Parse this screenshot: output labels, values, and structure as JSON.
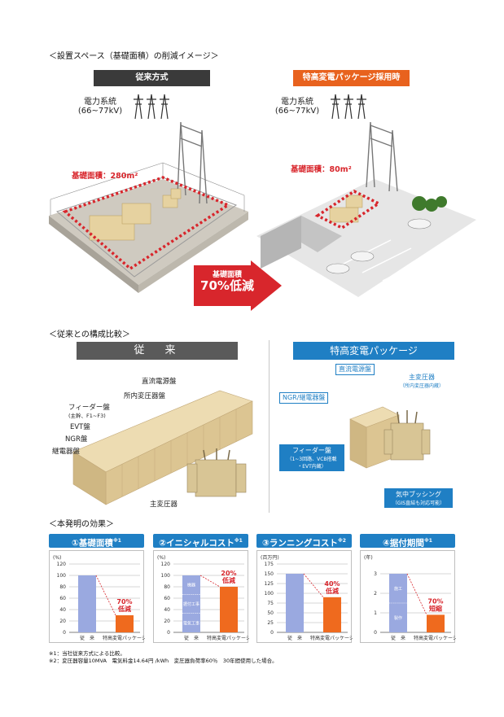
{
  "section1": {
    "heading": "＜設置スペース（基礎面積）の削減イメージ＞",
    "left_header": "従来方式",
    "right_header": "特高変電パッケージ採用時",
    "power_label_line1": "電力系統",
    "power_label_line2": "(66~77kV)",
    "left_area": "基礎面積：280m²",
    "right_area": "基礎面積：80m²",
    "arrow_line1": "基礎面積",
    "arrow_line2": "70%低減"
  },
  "section2": {
    "heading": "＜従来との構成比較＞",
    "left_header": "従　来",
    "right_header": "特高変電パッケージ",
    "left_labels": {
      "dc_panel": "直流電源盤",
      "aux_transformer": "所内変圧器盤",
      "feeder": "フィーダー盤",
      "feeder_sub": "(主幹、F1~F3)",
      "evt": "EVT盤",
      "ngr": "NGR盤",
      "relay": "継電器盤",
      "main_transformer": "主変圧器"
    },
    "right_labels": {
      "dc_panel": "直流電源盤",
      "main_transformer": "主変圧器",
      "main_transformer_sub": "（所内変圧器内蔵）",
      "ngr_relay": "NGR/継電器盤",
      "feeder": "フィーダー盤",
      "feeder_sub1": "（1~3回路、VCB搭載",
      "feeder_sub2": "・EVT内蔵）",
      "bushing": "気中ブッシング",
      "bushing_sub": "（GIS直結も対応可能）"
    }
  },
  "section3": {
    "heading": "＜本発明の効果＞",
    "cards": [
      {
        "title": "①基礎面積",
        "sup": "※1"
      },
      {
        "title": "②イニシャルコスト",
        "sup": "※1"
      },
      {
        "title": "③ランニングコスト",
        "sup": "※2"
      },
      {
        "title": "④据付期間",
        "sup": "※1"
      }
    ],
    "notes": [
      "※1：当社従来方式による比較。",
      "※2：変圧器容量10MVA　電気料金14.64円 /kWh　変圧器負荷率60％　30年間使用した場合。"
    ]
  },
  "chart_data": [
    {
      "type": "bar",
      "unit": "(%)",
      "categories": [
        "従　来",
        "特高変電パッケージ"
      ],
      "values": [
        100,
        30
      ],
      "ylim": [
        0,
        120
      ],
      "yticks": [
        0,
        20,
        40,
        60,
        80,
        100,
        120
      ],
      "annotation": [
        "70%",
        "低減"
      ],
      "colors": [
        "#9aa9e0",
        "#ef6a1e"
      ]
    },
    {
      "type": "bar",
      "unit": "(%)",
      "categories": [
        "従　来",
        "特高変電パッケージ"
      ],
      "values": [
        100,
        80
      ],
      "ylim": [
        0,
        120
      ],
      "yticks": [
        0,
        20,
        40,
        60,
        80,
        100,
        120
      ],
      "annotation": [
        "20%",
        "低減"
      ],
      "bar_inner_labels": [
        "機器",
        "据付工事",
        "電気工事"
      ],
      "colors": [
        "#9aa9e0",
        "#ef6a1e"
      ]
    },
    {
      "type": "bar",
      "unit": "(百万円)",
      "categories": [
        "従　来",
        "特高変電パッケージ"
      ],
      "values": [
        150,
        90
      ],
      "ylim": [
        0,
        175
      ],
      "yticks": [
        0,
        25,
        50,
        75,
        100,
        125,
        150,
        175
      ],
      "annotation": [
        "40%",
        "低減"
      ],
      "colors": [
        "#9aa9e0",
        "#ef6a1e"
      ]
    },
    {
      "type": "bar",
      "unit": "(年)",
      "categories": [
        "従　来",
        "特高変電パッケージ"
      ],
      "values": [
        3,
        0.9
      ],
      "ylim": [
        0,
        3.5
      ],
      "yticks": [
        0,
        1,
        2,
        3
      ],
      "annotation": [
        "70%",
        "短縮"
      ],
      "bar_inner_labels": [
        "施工",
        "製作"
      ],
      "colors": [
        "#9aa9e0",
        "#ef6a1e"
      ]
    }
  ]
}
